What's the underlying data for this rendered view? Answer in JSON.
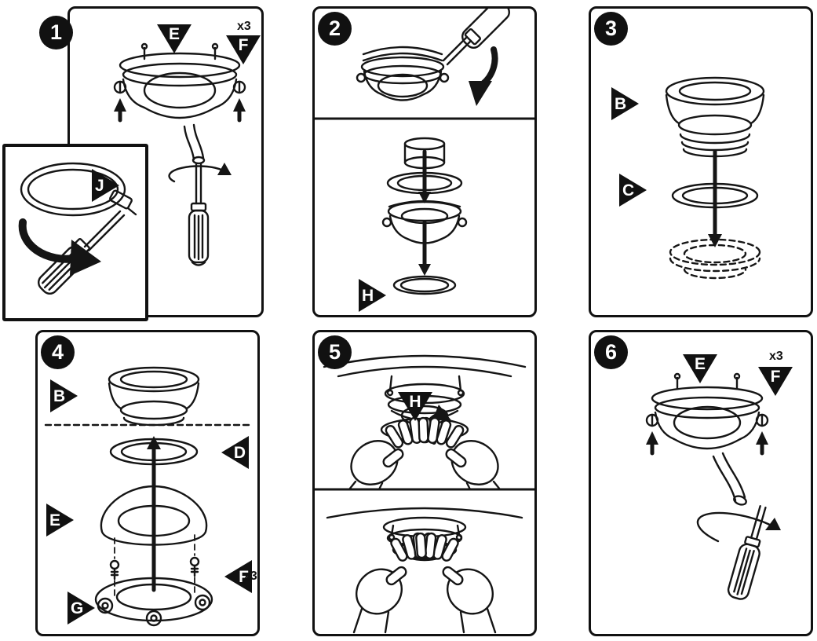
{
  "figure": {
    "type": "assembly-instruction-sheet",
    "step_count": "6"
  },
  "colors": {
    "ink": "#151515",
    "background": "#ffffff"
  },
  "panels": [
    {
      "number": "1",
      "labels": [
        {
          "id": "E"
        },
        {
          "id": "F",
          "qty": "x3"
        },
        {
          "id": "J"
        }
      ]
    },
    {
      "number": "2",
      "labels": [
        {
          "id": "H"
        }
      ]
    },
    {
      "number": "3",
      "labels": [
        {
          "id": "B"
        },
        {
          "id": "C"
        }
      ]
    },
    {
      "number": "4",
      "labels": [
        {
          "id": "B"
        },
        {
          "id": "D"
        },
        {
          "id": "E"
        },
        {
          "id": "F",
          "qty": "x3"
        },
        {
          "id": "G"
        }
      ]
    },
    {
      "number": "5",
      "labels": [
        {
          "id": "H"
        }
      ]
    },
    {
      "number": "6",
      "labels": [
        {
          "id": "E"
        },
        {
          "id": "F",
          "qty": "x3"
        }
      ]
    }
  ]
}
